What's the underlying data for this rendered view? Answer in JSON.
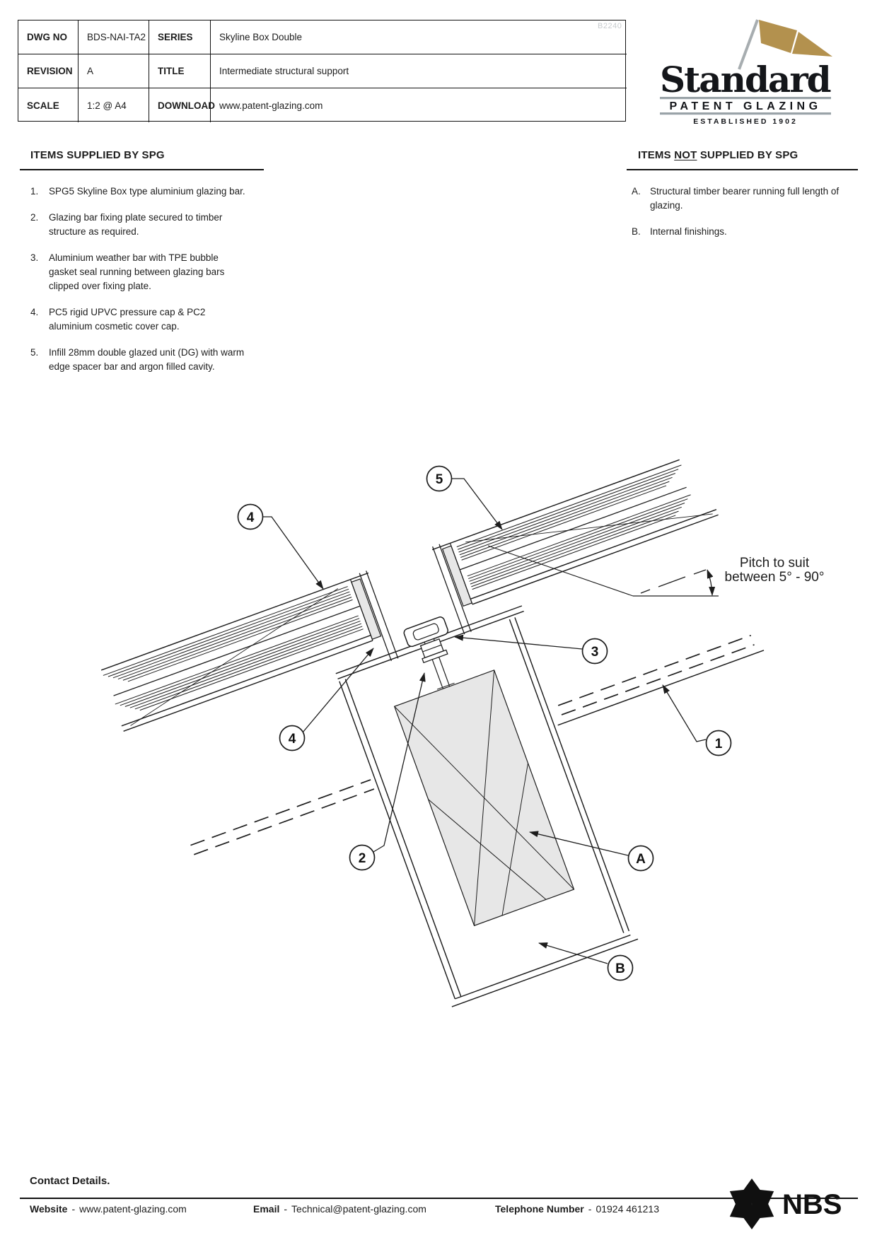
{
  "header": {
    "table": {
      "rows": [
        {
          "l1": "DWG NO",
          "v1": "BDS-NAI-TA2",
          "l2": "SERIES",
          "v2": "Skyline Box Double"
        },
        {
          "l1": "REVISION",
          "v1": "A",
          "l2": "TITLE",
          "v2": "Intermediate structural support"
        },
        {
          "l1": "SCALE",
          "v1": "1:2 @ A4",
          "l2": "DOWNLOAD",
          "v2": "www.patent-glazing.com"
        }
      ]
    },
    "ref_code": "B2240",
    "logo": {
      "name": "Standard",
      "tagline": "PATENT GLAZING",
      "established": "ESTABLISHED 1902",
      "flag_color": "#b3914e",
      "rule_color": "#9aa3a8"
    }
  },
  "supplied": {
    "title": "ITEMS SUPPLIED BY SPG",
    "items": [
      {
        "num": "1.",
        "text": "SPG5 Skyline Box type aluminium glazing bar."
      },
      {
        "num": "2.",
        "text": "Glazing bar fixing plate secured to timber structure as required."
      },
      {
        "num": "3.",
        "text": "Aluminium weather bar with TPE bubble gasket seal running between glazing bars clipped over fixing plate."
      },
      {
        "num": "4.",
        "text": "PC5 rigid UPVC pressure cap & PC2 aluminium cosmetic cover cap."
      },
      {
        "num": "5.",
        "text": "Infill 28mm double glazed unit (DG) with warm edge spacer bar and argon filled cavity."
      }
    ]
  },
  "not_supplied": {
    "title_prefix": "ITEMS ",
    "title_underlined": "NOT",
    "title_suffix": " SUPPLIED BY SPG",
    "items": [
      {
        "num": "A.",
        "text": "Structural timber bearer running full length of glazing."
      },
      {
        "num": "B.",
        "text": "Internal finishings."
      }
    ]
  },
  "diagram": {
    "pitch_note_line1": "Pitch to suit",
    "pitch_note_line2": "between 5° - 90°",
    "callouts": [
      {
        "label": "5"
      },
      {
        "label": "4"
      },
      {
        "label": "3"
      },
      {
        "label": "4"
      },
      {
        "label": "2"
      },
      {
        "label": "1"
      },
      {
        "label": "A"
      },
      {
        "label": "B"
      }
    ]
  },
  "footer": {
    "heading": "Contact Details.",
    "sep": "-",
    "website_label": "Website",
    "website": "www.patent-glazing.com",
    "email_label": "Email",
    "email": "Technical@patent-glazing.com",
    "phone_label": "Telephone Number",
    "phone": "01924 461213",
    "nbs": "NBS"
  }
}
